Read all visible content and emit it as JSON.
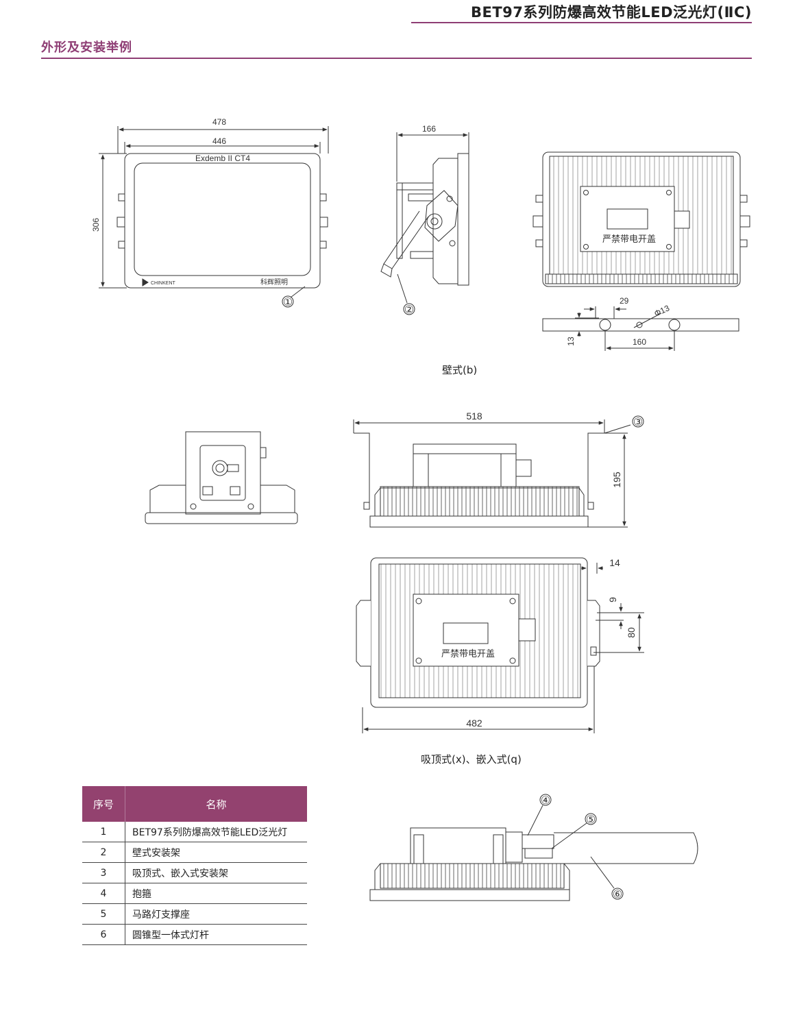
{
  "header": {
    "title": "BET97系列防爆高效节能LED泛光灯(ⅡC)",
    "section": "外形及安装举例"
  },
  "drawings": {
    "front": {
      "dim_width_outer": "478",
      "dim_width_inner": "446",
      "dim_height": "306",
      "marking": "Exdemb II CT4",
      "logo_text": "CHINKENT",
      "brand_text": "科辉照明",
      "callout": "①"
    },
    "side": {
      "dim_depth": "166",
      "callout": "②"
    },
    "back": {
      "warning_label": "严禁带电开盖"
    },
    "bracket": {
      "dim_29": "29",
      "dim_phi": "Φ13",
      "dim_13": "13",
      "dim_160": "160"
    },
    "wall_caption": "壁式(b)",
    "ceiling_side": {
      "dim_width": "518",
      "dim_height": "195",
      "callout": "③"
    },
    "ceiling_back": {
      "warning_label": "严禁带电开盖",
      "dim_14": "14",
      "dim_9": "9",
      "dim_80": "80",
      "dim_482": "482"
    },
    "ceiling_caption": "吸顶式(x)、嵌入式(q)",
    "pole": {
      "callout_4": "④",
      "callout_5": "⑤",
      "callout_6": "⑥"
    }
  },
  "parts_table": {
    "headers": [
      "序号",
      "名称"
    ],
    "rows": [
      {
        "no": "1",
        "name": "BET97系列防爆高效节能LED泛光灯"
      },
      {
        "no": "2",
        "name": "壁式安装架"
      },
      {
        "no": "3",
        "name": "吸顶式、嵌入式安装架"
      },
      {
        "no": "4",
        "name": "抱箍"
      },
      {
        "no": "5",
        "name": "马路灯支撑座"
      },
      {
        "no": "6",
        "name": "圆锥型一体式灯杆"
      }
    ]
  },
  "colors": {
    "accent": "#8e3d74",
    "table_header": "#93426f"
  }
}
